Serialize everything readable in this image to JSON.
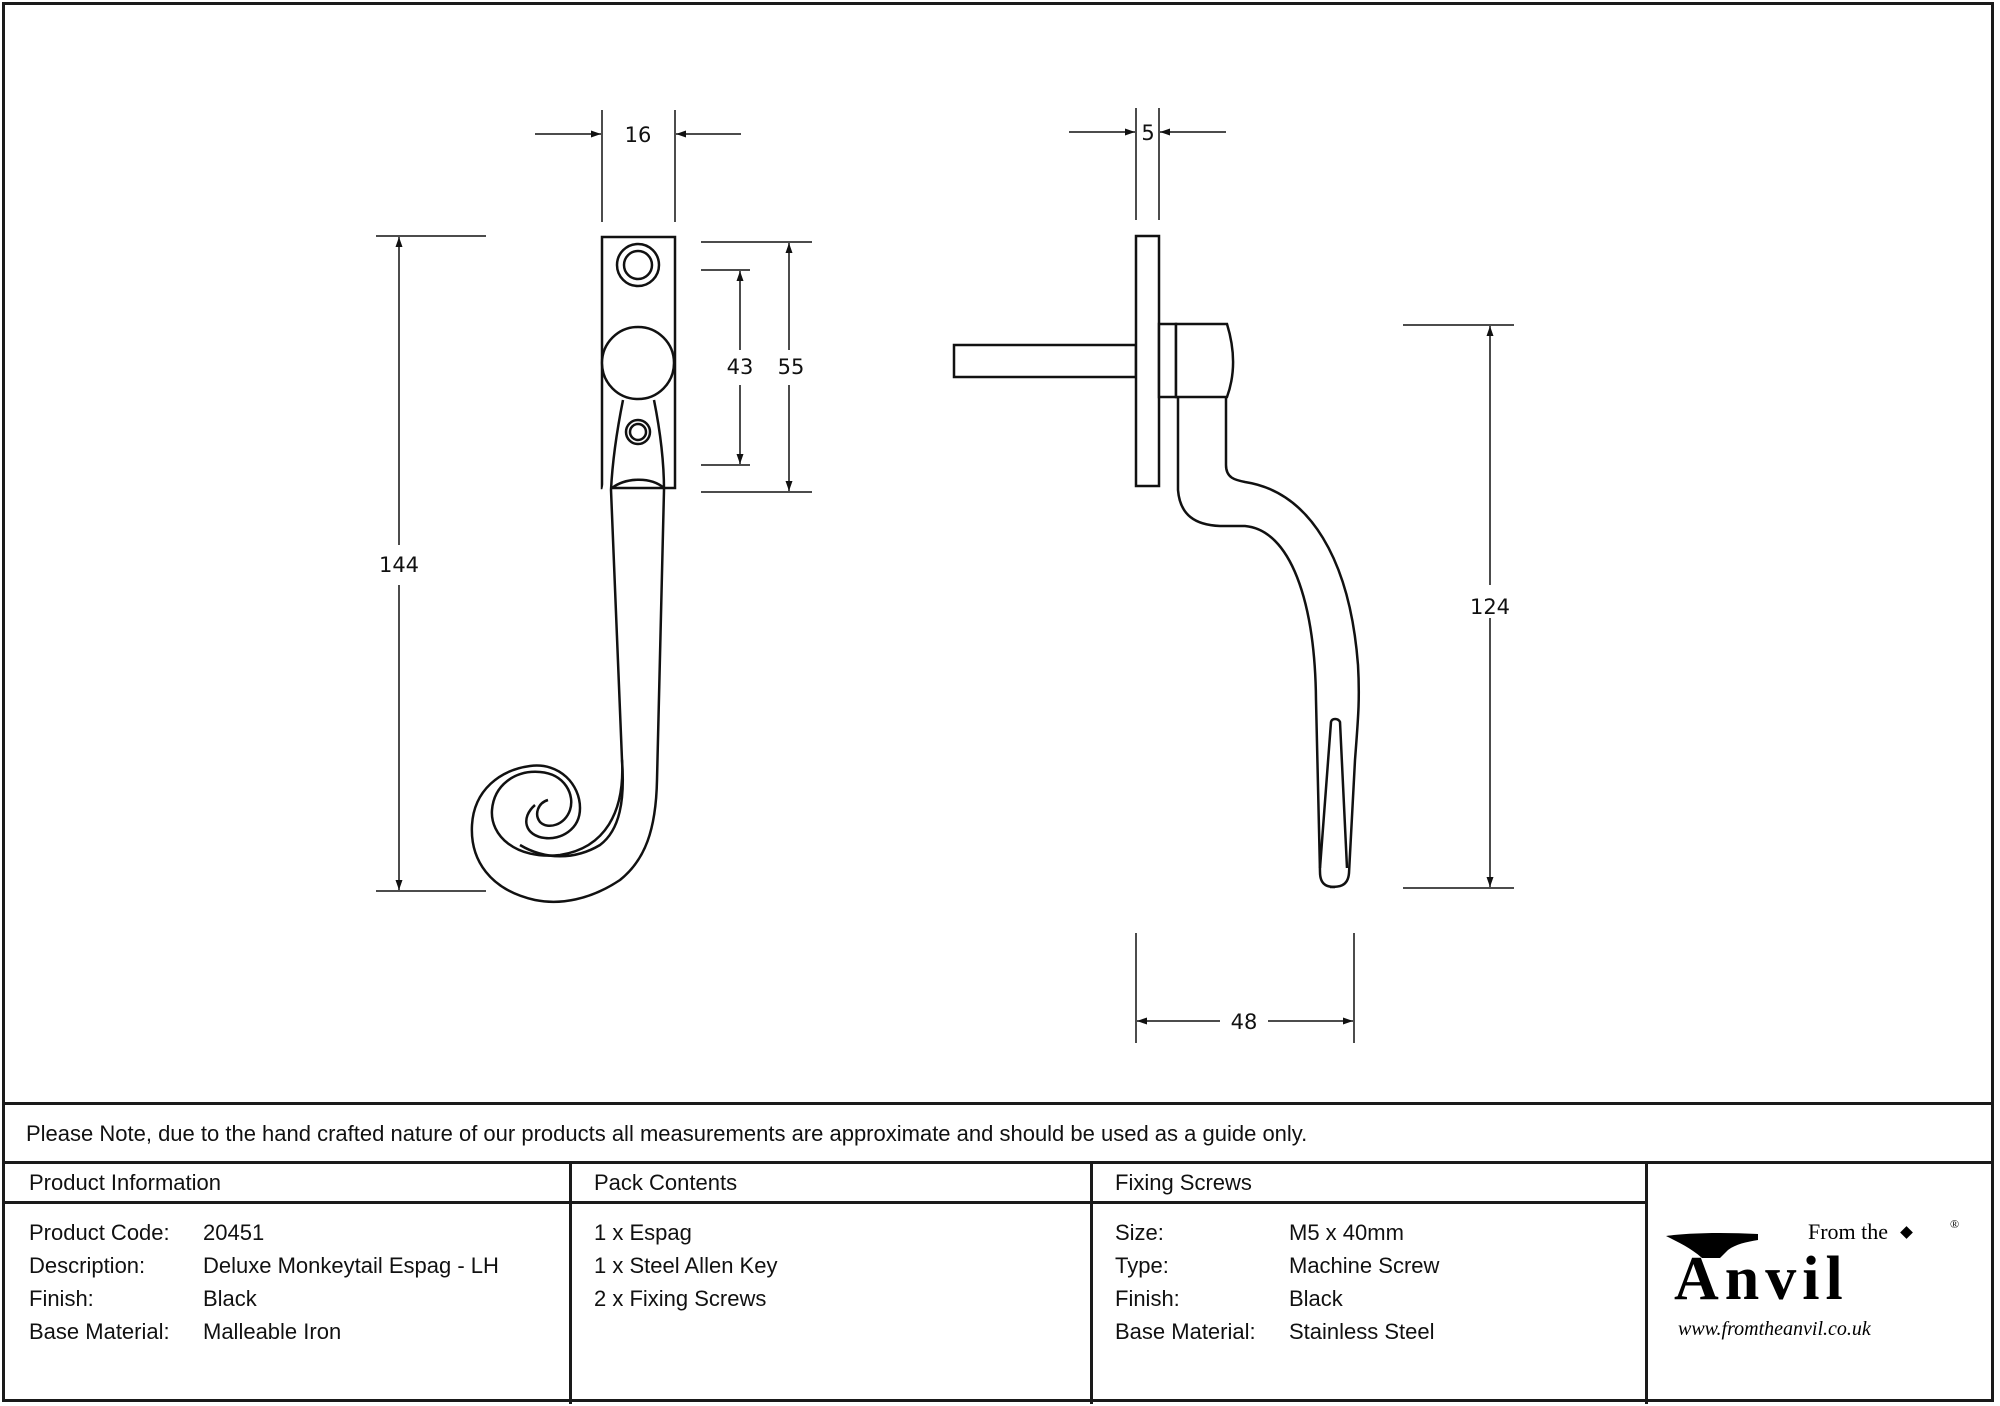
{
  "dimensions": {
    "front_width": "16",
    "front_height_total": "144",
    "front_inner": "43",
    "front_plate": "55",
    "side_plate_thickness": "5",
    "side_height": "124",
    "side_projection": "48"
  },
  "note": "Please Note, due to the hand crafted nature of our products all measurements are approximate and should be used as a guide only.",
  "product_info": {
    "title": "Product Information",
    "rows": [
      {
        "label": "Product Code:",
        "value": "20451"
      },
      {
        "label": "Description:",
        "value": "Deluxe Monkeytail Espag - LH"
      },
      {
        "label": "Finish:",
        "value": "Black"
      },
      {
        "label": "Base Material:",
        "value": "Malleable Iron"
      }
    ]
  },
  "pack_contents": {
    "title": "Pack Contents",
    "items": [
      "1 x Espag",
      "1 x Steel Allen Key",
      "2 x Fixing Screws"
    ]
  },
  "fixing_screws": {
    "title": "Fixing Screws",
    "rows": [
      {
        "label": "Size:",
        "value": "M5 x 40mm"
      },
      {
        "label": "Type:",
        "value": "Machine Screw"
      },
      {
        "label": "Finish:",
        "value": "Black"
      },
      {
        "label": "Base Material:",
        "value": "Stainless Steel"
      }
    ]
  },
  "logo": {
    "from_the": "From the",
    "brand": "Anvil",
    "registered": "®",
    "url": "www.fromtheanvil.co.uk"
  },
  "colors": {
    "line": "#111111",
    "background": "#ffffff"
  }
}
